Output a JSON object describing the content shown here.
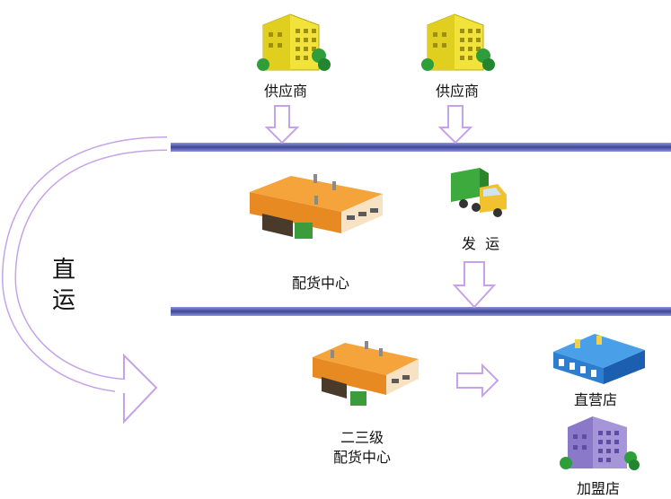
{
  "suppliers": [
    {
      "label": "供应商",
      "icon": "supplier-building-icon"
    },
    {
      "label": "供应商",
      "icon": "supplier-building-icon"
    }
  ],
  "distribution_center": {
    "label": "配货中心",
    "icon": "warehouse-icon"
  },
  "shipping": {
    "label": "发  运",
    "icon": "delivery-truck-icon"
  },
  "direct": {
    "line1": "直",
    "line2": "运"
  },
  "secondary_center": {
    "line1": "二三级",
    "line2": "配货中心",
    "icon": "warehouse-icon"
  },
  "stores": [
    {
      "label": "直营店",
      "icon": "store-icon"
    },
    {
      "label": "加盟店",
      "icon": "franchise-building-icon"
    }
  ],
  "colors": {
    "divider": "#4a52a6",
    "arrow": "#c6a3e8",
    "building_yellow": "#f2e33a",
    "warehouse_orange": "#f5a43c",
    "truck_green": "#3caa3c",
    "store_blue": "#3a7ed8",
    "franchise_purple": "#8a78c9"
  }
}
